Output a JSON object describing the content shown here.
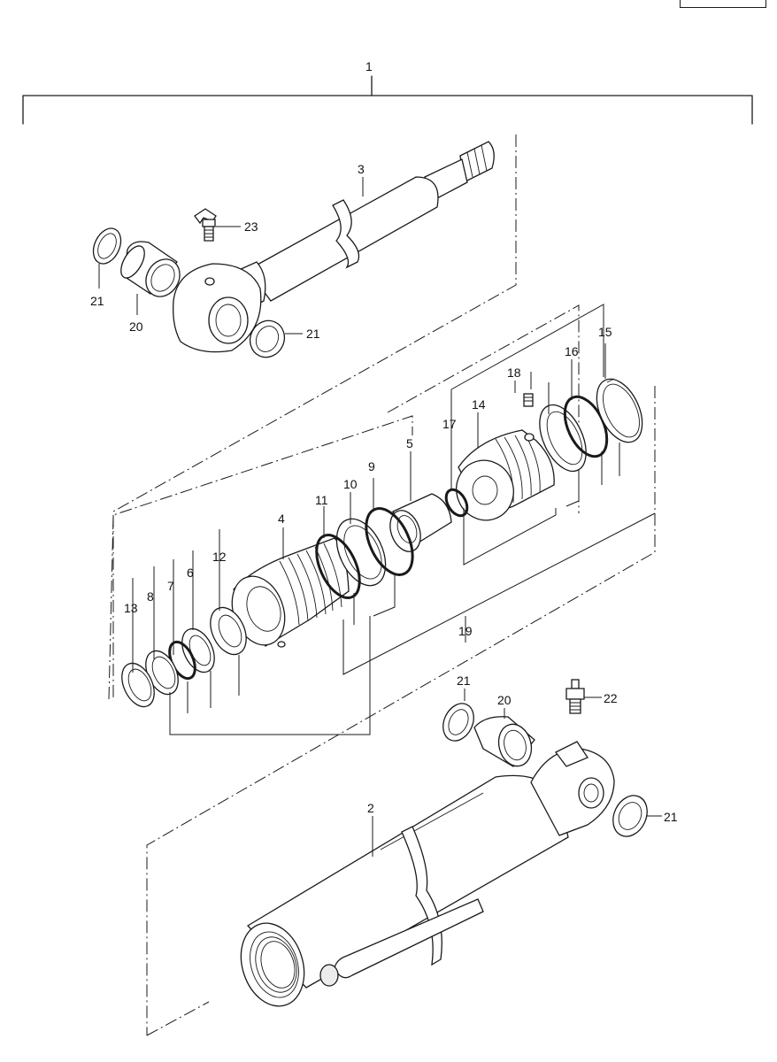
{
  "labels": {
    "l1": "1",
    "l2": "2",
    "l3": "3",
    "l4": "4",
    "l5": "5",
    "l6": "6",
    "l7": "7",
    "l8": "8",
    "l9": "9",
    "l10": "10",
    "l11": "11",
    "l12": "12",
    "l13": "13",
    "l14": "14",
    "l15": "15",
    "l16": "16",
    "l17": "17",
    "l18": "18",
    "l19": "19",
    "l20a": "20",
    "l20b": "20",
    "l21a": "21",
    "l21b": "21",
    "l21c": "21",
    "l21d": "21",
    "l22": "22",
    "l23": "23"
  }
}
